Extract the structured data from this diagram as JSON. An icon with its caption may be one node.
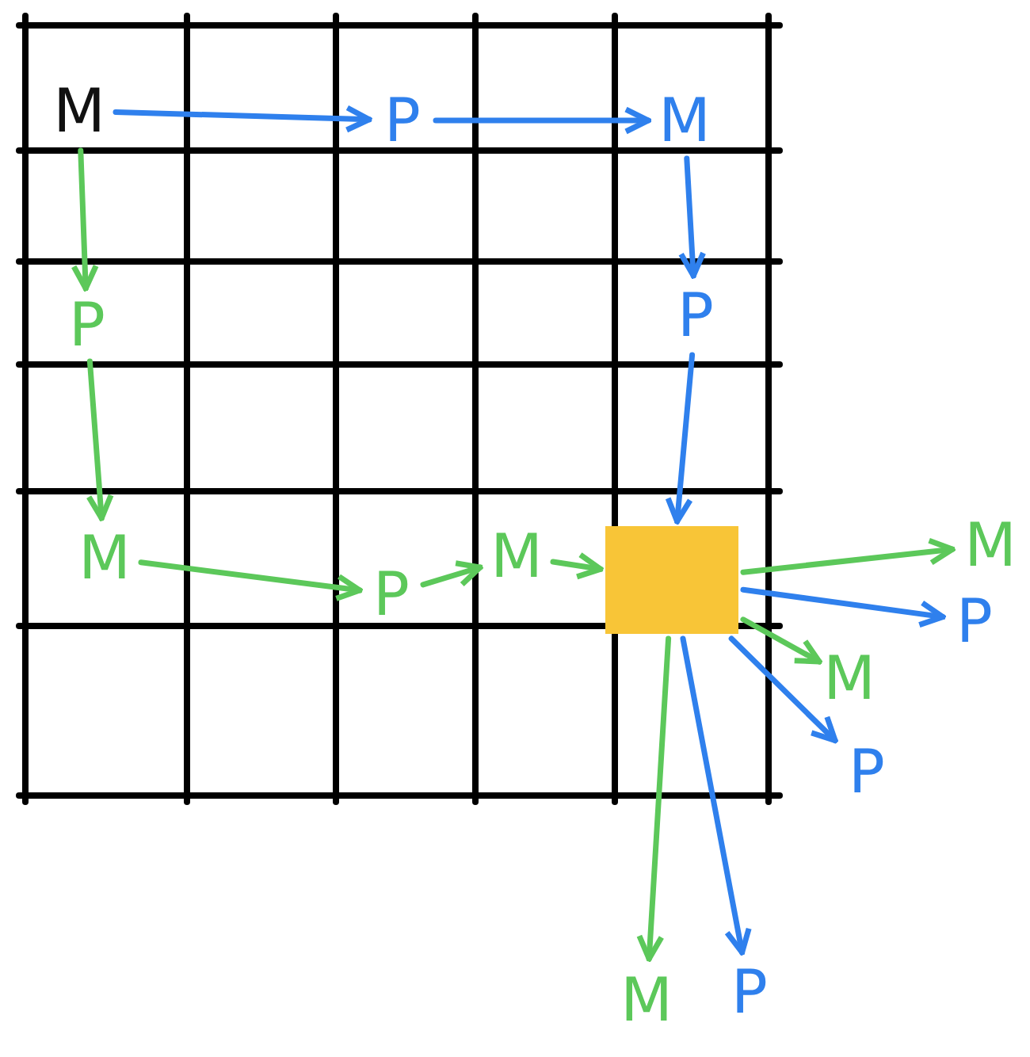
{
  "diagram": {
    "nodes": [
      {
        "text": [
          "M"
        ]
      },
      {
        "text": [
          "P"
        ]
      },
      {
        "text": [
          "M"
        ]
      },
      {
        "text": [
          "P"
        ]
      },
      {
        "text": [
          "P"
        ]
      },
      {
        "text": [
          "M"
        ]
      },
      {
        "text": [
          "P"
        ]
      },
      {
        "text": [
          "M"
        ]
      },
      {
        "text": [],
        "shape": "box"
      },
      {
        "text": [
          "M"
        ]
      },
      {
        "text": [
          "P"
        ]
      },
      {
        "text": [
          "M"
        ]
      },
      {
        "text": [
          "P"
        ]
      },
      {
        "text": [
          "M"
        ]
      },
      {
        "text": [
          "P"
        ]
      }
    ],
    "edges": [
      {
        "from": 0,
        "to": 1,
        "arrow": "to",
        "color": "#2f80ed"
      },
      {
        "from": 1,
        "to": 2,
        "arrow": "to",
        "color": "#2f80ed"
      },
      {
        "from": 0,
        "to": 3,
        "arrow": "to"
      },
      {
        "from": 2,
        "to": 4,
        "arrow": "to",
        "color": "#2f80ed"
      },
      {
        "from": 3,
        "to": 5,
        "arrow": "to"
      },
      {
        "from": 5,
        "to": 6,
        "arrow": "to"
      },
      {
        "from": 6,
        "to": 7,
        "arrow": "to"
      },
      {
        "from": 4,
        "to": 8,
        "arrow": "to",
        "color": "#2f80ed"
      },
      {
        "from": 7,
        "to": 8,
        "arrow": "to"
      },
      {
        "from": 8,
        "to": 9,
        "arrow": "to"
      },
      {
        "from": 8,
        "to": 10,
        "arrow": "to",
        "color": "#2f80ed"
      },
      {
        "from": 8,
        "to": 11,
        "arrow": "to"
      },
      {
        "from": 8,
        "to": 12,
        "arrow": "to",
        "color": "#2f80ed"
      },
      {
        "from": 8,
        "to": 13,
        "arrow": "to"
      },
      {
        "from": 8,
        "to": 14,
        "arrow": "to",
        "color": "#2f80ed"
      }
    ]
  }
}
